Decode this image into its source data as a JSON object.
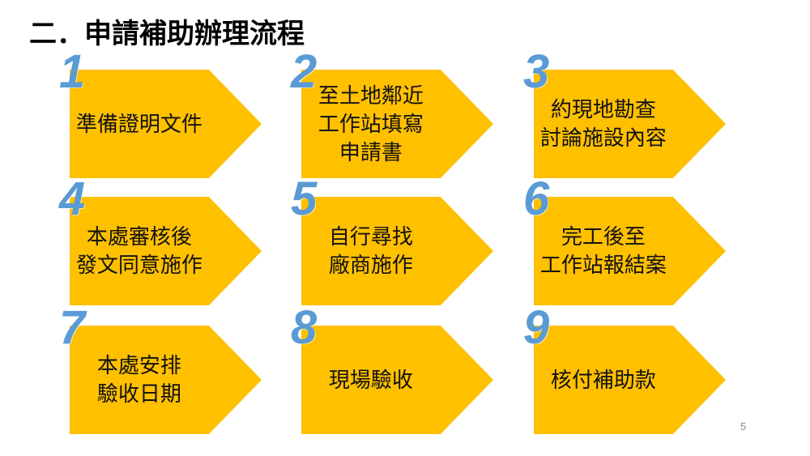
{
  "slide": {
    "title": "二．申請補助辦理流程",
    "page_number": "5"
  },
  "colors": {
    "arrow": "#FFC000",
    "number": "#5B9BD5",
    "title": "#000000",
    "page_number": "#8C8C8C"
  },
  "steps": [
    {
      "number": "1",
      "lines": [
        "準備證明文件"
      ]
    },
    {
      "number": "2",
      "lines": [
        "至土地鄰近",
        "工作站填寫",
        "申請書"
      ]
    },
    {
      "number": "3",
      "lines": [
        "約現地勘查",
        "討論施設內容"
      ]
    },
    {
      "number": "4",
      "lines": [
        "本處審核後",
        "發文同意施作"
      ]
    },
    {
      "number": "5",
      "lines": [
        "自行尋找",
        "廠商施作"
      ]
    },
    {
      "number": "6",
      "lines": [
        "完工後至",
        "工作站報結案"
      ]
    },
    {
      "number": "7",
      "lines": [
        "本處安排",
        "驗收日期"
      ]
    },
    {
      "number": "8",
      "lines": [
        "現場驗收"
      ]
    },
    {
      "number": "9",
      "lines": [
        "核付補助款"
      ]
    }
  ]
}
